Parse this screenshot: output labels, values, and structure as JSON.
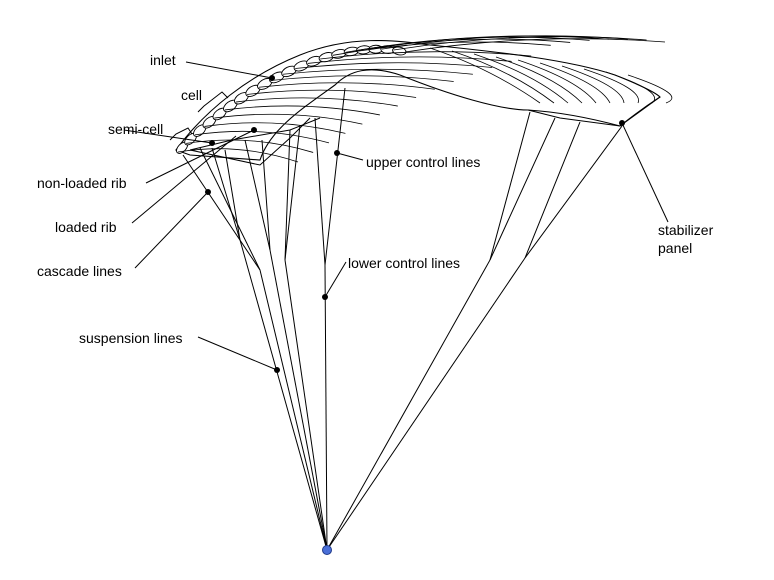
{
  "labels": {
    "inlet": "inlet",
    "cell": "cell",
    "semi_cell": "semi-cell",
    "non_loaded_rib": "non-loaded rib",
    "loaded_rib": "loaded rib",
    "cascade_lines": "cascade lines",
    "suspension_lines": "suspension lines",
    "upper_control_lines": "upper control lines",
    "lower_control_lines": "lower control lines",
    "stabilizer_line1": "stabilizer",
    "stabilizer_line2": "panel"
  },
  "colors": {
    "stroke": "#000000",
    "pilot_point": "#4a6fd8"
  }
}
